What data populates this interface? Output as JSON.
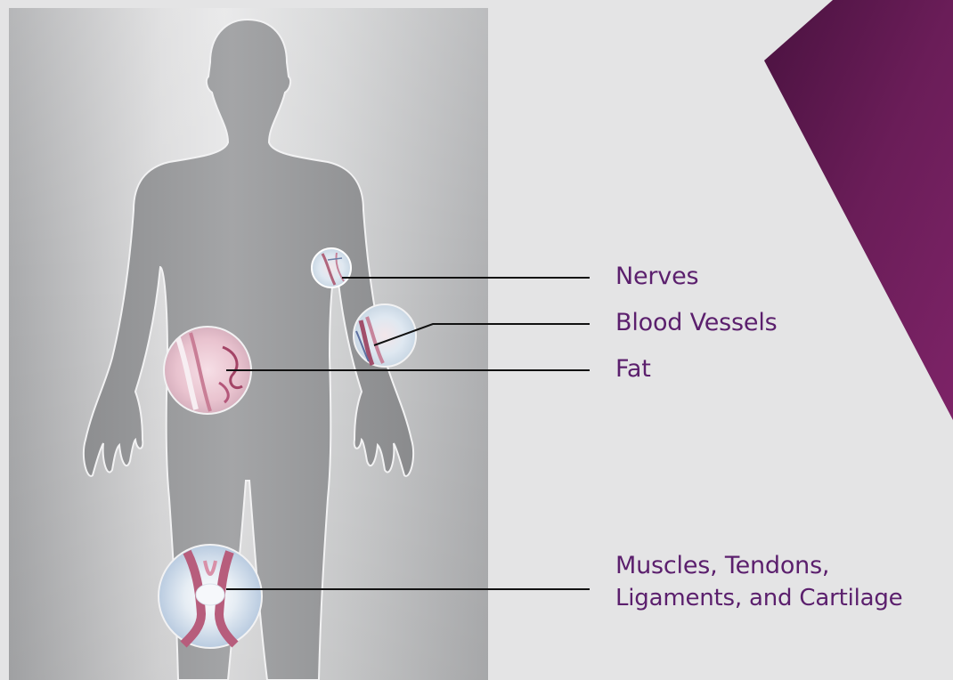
{
  "colors": {
    "background": "#e4e4e5",
    "label_text": "#5b1f6d",
    "silhouette": "#9a9b9d",
    "accent_band": "#5e1a4f",
    "leader_line": "#111111"
  },
  "labels": {
    "nerves": "Nerves",
    "blood_vessels": "Blood Vessels",
    "fat": "Fat",
    "muscles_line1": "Muscles, Tendons,",
    "muscles_line2": "Ligaments, and Cartilage"
  },
  "icons": {
    "nerves": "nerves-magnifier-icon",
    "blood_vessels": "blood-vessels-magnifier-icon",
    "fat": "fat-magnifier-icon",
    "muscles": "knee-magnifier-icon"
  }
}
